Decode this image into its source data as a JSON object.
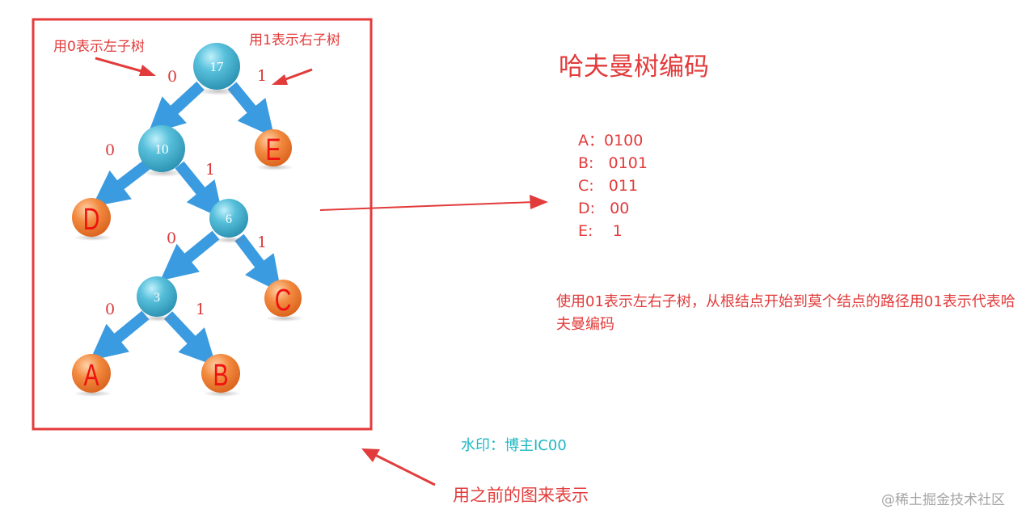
{
  "diagram": {
    "annotations": {
      "left_note": "用0表示左子树",
      "right_note": "用1表示右子树"
    },
    "internal_nodes": [
      {
        "id": "n17",
        "weight": "17"
      },
      {
        "id": "n10",
        "weight": "10"
      },
      {
        "id": "n6",
        "weight": "6"
      },
      {
        "id": "n3",
        "weight": "3"
      }
    ],
    "leaf_nodes": [
      {
        "id": "E",
        "label": "E"
      },
      {
        "id": "D",
        "label": "D"
      },
      {
        "id": "C",
        "label": "C"
      },
      {
        "id": "A",
        "label": "A"
      },
      {
        "id": "B",
        "label": "B"
      }
    ],
    "edges": [
      {
        "from": "n17",
        "to": "n10",
        "bit": "0"
      },
      {
        "from": "n17",
        "to": "E",
        "bit": "1"
      },
      {
        "from": "n10",
        "to": "D",
        "bit": "0"
      },
      {
        "from": "n10",
        "to": "n6",
        "bit": "1"
      },
      {
        "from": "n6",
        "to": "n3",
        "bit": "0"
      },
      {
        "from": "n6",
        "to": "C",
        "bit": "1"
      },
      {
        "from": "n3",
        "to": "A",
        "bit": "0"
      },
      {
        "from": "n3",
        "to": "B",
        "bit": "1"
      }
    ]
  },
  "title": "哈夫曼树编码",
  "codes": [
    {
      "text": "A：0100"
    },
    {
      "text": "B:   0101"
    },
    {
      "text": "C:   011"
    },
    {
      "text": "D:   00"
    },
    {
      "text": "E:    1"
    }
  ],
  "description": "使用01表示左右子树，从根结点开始到莫个结点的路径用01表示代表哈夫曼编码",
  "watermark": "水印：博主IC00",
  "caption": "用之前的图来表示",
  "credit": "@稀土掘金技术社区",
  "colors": {
    "frame": "#e53b3b",
    "annotation_red": "#e23b3b",
    "edge_blue": "#3b9be0",
    "internal_node": "#3aa7c4",
    "leaf_node": "#ef7a2e",
    "leaf_letter": "#ee1111",
    "watermark_cyan": "#1fb8c4",
    "credit_gray": "#a5a5a5"
  }
}
